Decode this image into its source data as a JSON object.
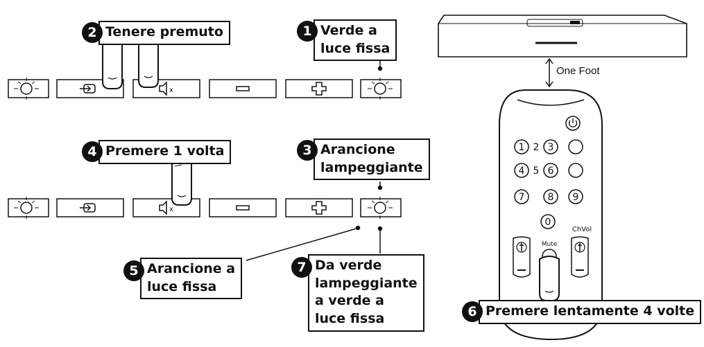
{
  "callouts": {
    "c1": {
      "num": "1",
      "text": "Verde a\nluce fissa"
    },
    "c2": {
      "num": "2",
      "text": "Tenere premuto"
    },
    "c3": {
      "num": "3",
      "text": "Arancione\nlampeggiante"
    },
    "c4": {
      "num": "4",
      "text": "Premere 1 volta"
    },
    "c5": {
      "num": "5",
      "text": "Arancione a\nluce fissa"
    },
    "c6": {
      "num": "6",
      "text": "Premere lentamente 4 volte"
    },
    "c7": {
      "num": "7",
      "text": "Da verde\nlampeggiante\na verde a\nluce fissa"
    }
  },
  "distance_label": "One Foot",
  "remote": {
    "keys": {
      "k1": "1",
      "k2": "2",
      "k3": "3",
      "k4": "4",
      "k5": "5",
      "k6": "6",
      "k7": "7",
      "k8": "8",
      "k9": "9",
      "k0": "0"
    },
    "mute_label": "Mute",
    "chvol_label": "ChVol",
    "power_icon": "power-icon"
  },
  "panel_buttons": [
    "led-icon",
    "input-icon",
    "mute-icon",
    "minus-icon",
    "plus-icon",
    "led-icon"
  ],
  "colors": {
    "ink": "#111111",
    "paper": "#ffffff"
  }
}
